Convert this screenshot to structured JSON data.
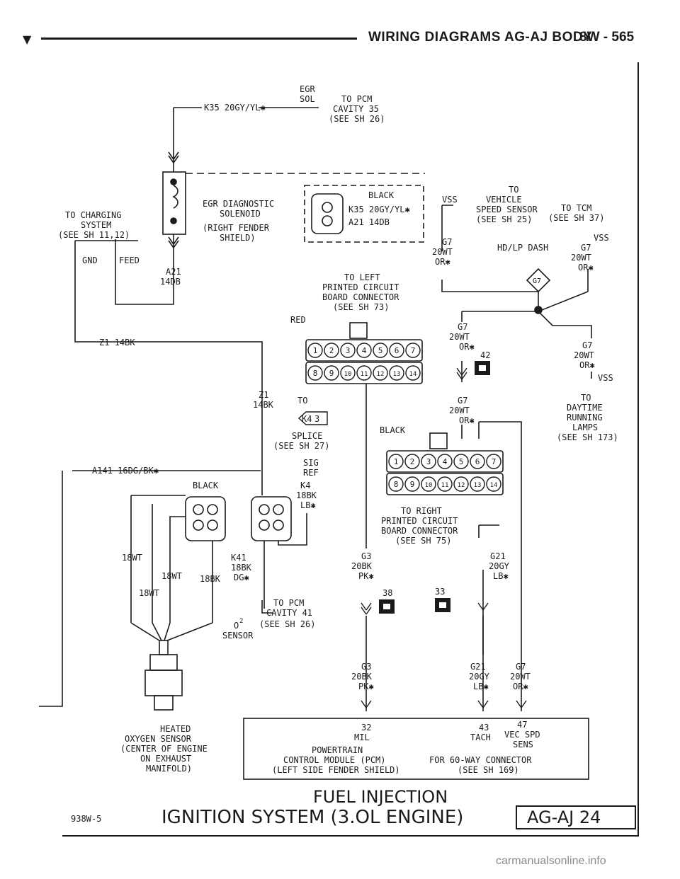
{
  "header": {
    "title": "WIRING DIAGRAMS AG-AJ BODY",
    "page": "8W - 565"
  },
  "footer": {
    "code": "938W-5",
    "subtitle": "FUEL INJECTION",
    "title": "IGNITION SYSTEM (3.OL ENGINE)",
    "sheet": "AG-AJ 24"
  },
  "watermark": "carmanualsonline.info",
  "labels": {
    "egr": "EGR",
    "sol": "SOL",
    "to_pcm1": "TO PCM",
    "cavity35": "CAVITY 35",
    "see26a": "(SEE SH 26)",
    "k35": "K35 20GY/YL✱",
    "to_charging": "TO CHARGING",
    "system": "SYSTEM",
    "see1112": "(SEE SH 11,12)",
    "gnd": "GND",
    "feed": "FEED",
    "egr_diag": "EGR DIAGNOSTIC",
    "solenoid": "SOLENOID",
    "right_fender": "(RIGHT FENDER",
    "shield": "SHIELD)",
    "a21": "A21",
    "14db": "14DB",
    "black1": "BLACK",
    "k35b": "K35 20GY/YL✱",
    "a21b": "A21 14DB",
    "to_left": "TO LEFT",
    "printed1": "PRINTED CIRCUIT",
    "board1": "BOARD CONNECTOR",
    "see73": "(SEE SH 73)",
    "red": "RED",
    "z1_14bk": "Z1 14BK",
    "z1": "Z1",
    "14bk": "14BK",
    "to2": "TO",
    "k43": "K4",
    "k43b": "3",
    "splice": "SPLICE",
    "see27": "(SEE SH 27)",
    "sig": "SIG",
    "ref": "REF",
    "k4": "K4",
    "18bk": "18BK",
    "lb": "LB✱",
    "a141": "A141 16DG/BK✱",
    "black2": "BLACK",
    "18wt_a": "18WT",
    "18wt_b": "18WT",
    "18wt_c": "18WT",
    "18bk_b": "18BK",
    "k41": "K41",
    "18bk_c": "18BK",
    "dg": "DG✱",
    "to_pcm2": "TO PCM",
    "cavity41": "CAVITY 41",
    "o2": "O",
    "o2sup": "2",
    "see26b": "(SEE SH 26)",
    "sensor": "SENSOR",
    "heated": "HEATED",
    "oxygen": "OXYGEN SENSOR",
    "center": "(CENTER OF ENGINE",
    "on_exhaust": "ON EXHAUST",
    "manifold": "MANIFOLD)",
    "vss1": "VSS",
    "to_v": "TO",
    "vehicle": "VEHICLE",
    "speed_sensor": "SPEED SENSOR",
    "see25": "(SEE SH 25)",
    "to_tcm": "TO TCM",
    "see37": "(SEE SH 37)",
    "vss2": "VSS",
    "g7a": "G7",
    "20wt_a": "20WT",
    "or_a": "OR✱",
    "hdlp": "HD/LP DASH",
    "g7b": "G7",
    "20wt_b": "20WT",
    "or_b": "OR✱",
    "g7diam": "G7",
    "g7c": "G7",
    "20wt_c": "20WT",
    "or_c": "OR✱",
    "n42": "42",
    "g7d": "G7",
    "20wt_d": "20WT",
    "or_d": "OR✱",
    "vss3": "VSS",
    "to_day": "TO",
    "daytime": "DAYTIME",
    "running": "RUNNING",
    "lamps": "LAMPS",
    "see173": "(SEE SH 173)",
    "g7e": "G7",
    "20wt_e": "20WT",
    "or_e": "OR✱",
    "black3": "BLACK",
    "to_right": "TO RIGHT",
    "printed2": "PRINTED CIRCUIT",
    "board2": "BOARD CONNECTOR",
    "see75": "(SEE SH 75)",
    "g3a": "G3",
    "20bk_a": "20BK",
    "pk_a": "PK✱",
    "g21a": "G21",
    "20gy_a": "20GY",
    "lb_a": "LB✱",
    "n38": "38",
    "n33": "33",
    "g3b": "G3",
    "20bk_b": "20BK",
    "pk_b": "PK✱",
    "g21b": "G21",
    "20gy_b": "20GY",
    "lb_b": "LB✱",
    "g7f": "G7",
    "20wt_f": "20WT",
    "or_f": "OR✱",
    "n32": "32",
    "mil": "MIL",
    "n43": "43",
    "tach": "TACH",
    "n47": "47",
    "vec_spd": "VEC SPD",
    "sens": "SENS",
    "powertrain": "POWERTRAIN",
    "cmodule": "CONTROL MODULE (PCM)",
    "left_fender": "(LEFT SIDE FENDER SHIELD)",
    "for60": "FOR 60-WAY CONNECTOR",
    "see169": "(SEE SH 169)"
  },
  "pins_top": [
    "1",
    "2",
    "3",
    "4",
    "5",
    "6",
    "7"
  ],
  "pins_bottom": [
    "8",
    "9",
    "10",
    "11",
    "12",
    "13",
    "14"
  ]
}
